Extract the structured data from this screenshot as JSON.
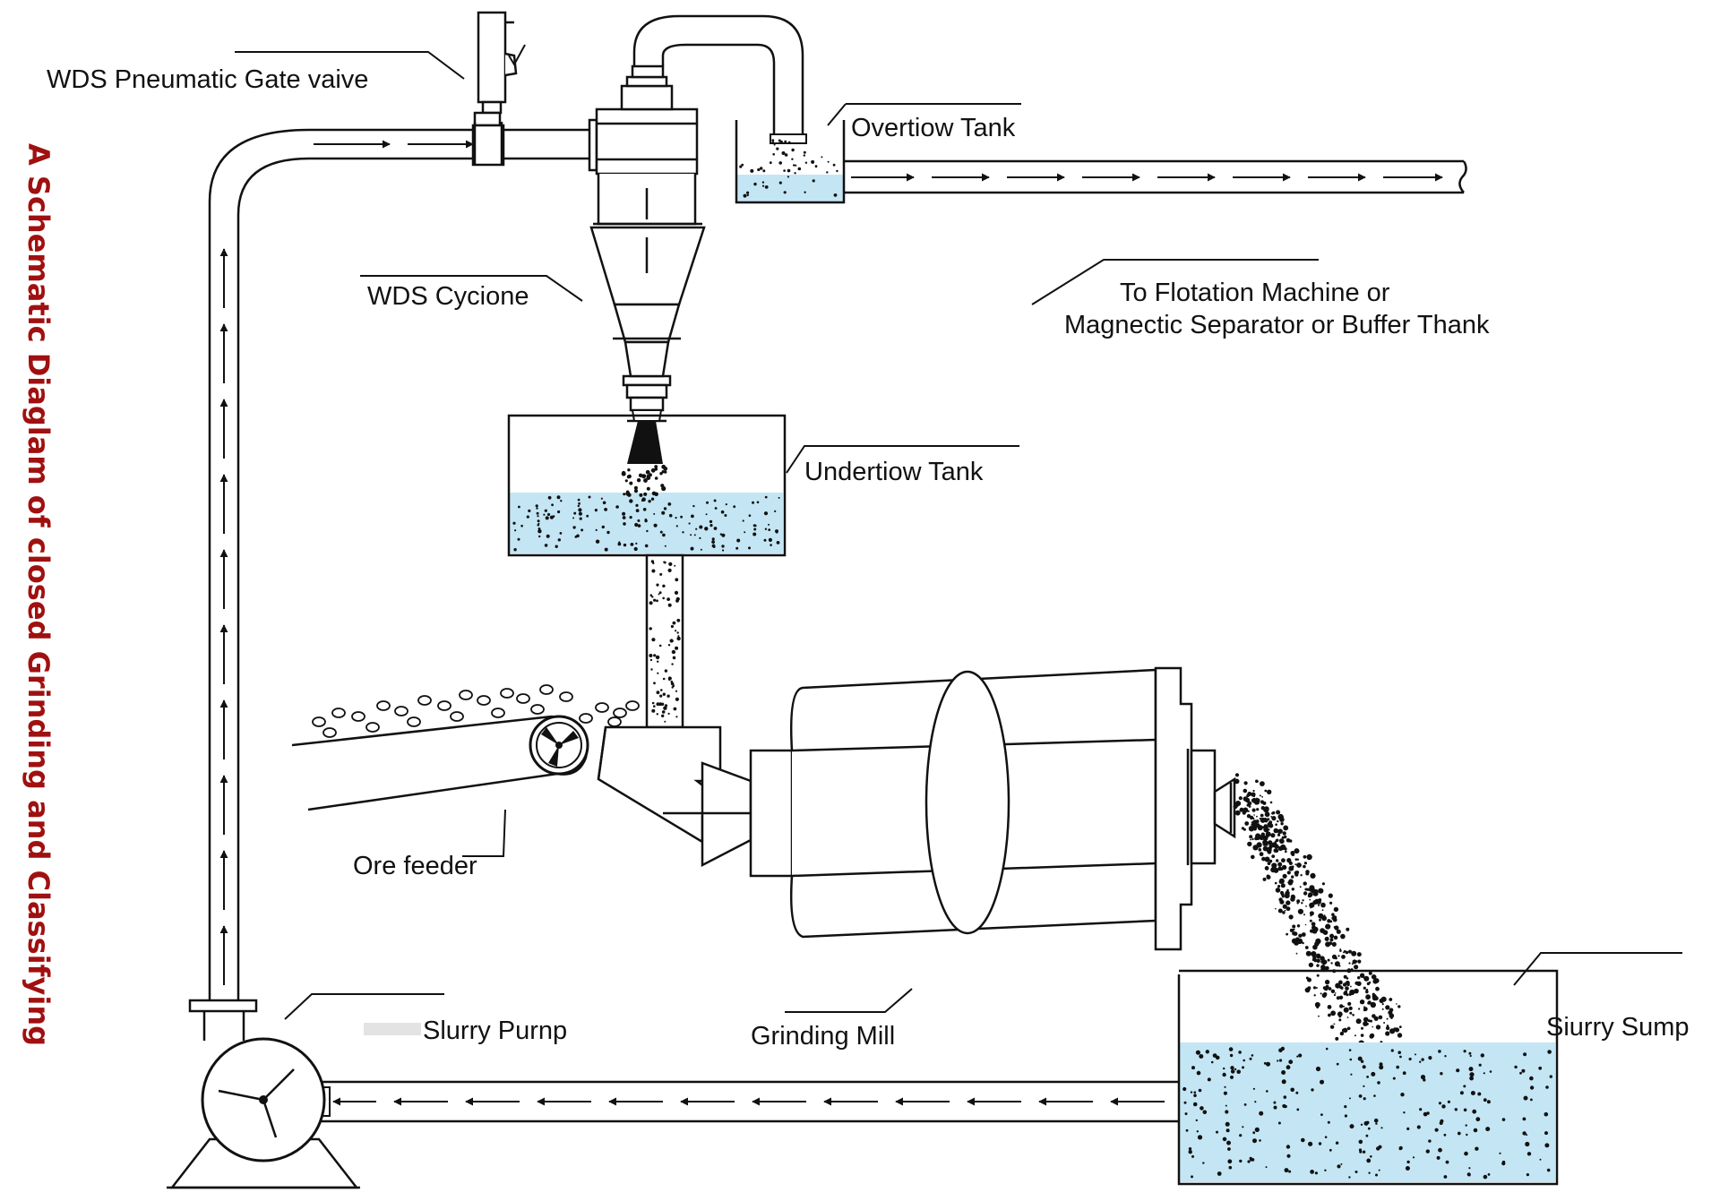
{
  "title": "A Schematic Diaglam of closed Grinding and Classifying",
  "labels": {
    "gate_valve": "WDS Pneumatic Gate vaive",
    "overflow_tank": "Overtiow Tank",
    "cyclone": "WDS Cycione",
    "destination_line1": "To Flotation Machine or",
    "destination_line2": "Magnectic Separator or Buffer Thank",
    "underflow_tank": "Undertiow Tank",
    "ore_feeder": "Ore feeder",
    "slurry_pump": "Slurry Purnp",
    "grinding_mill": "Grinding Mill",
    "slurry_sump": "Siurry Sump"
  },
  "colors": {
    "title": "#a01010",
    "water": "#c4e6f4",
    "line": "#111111"
  }
}
